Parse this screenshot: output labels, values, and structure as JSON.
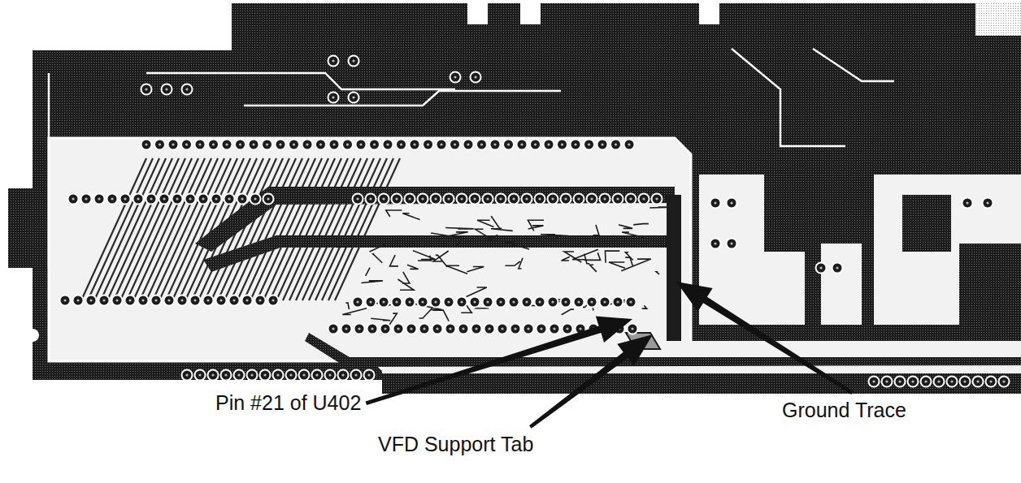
{
  "diagram": {
    "labels": [
      "Pin #21 of U402",
      "VFD Support Tab",
      "Ground Trace"
    ]
  }
}
